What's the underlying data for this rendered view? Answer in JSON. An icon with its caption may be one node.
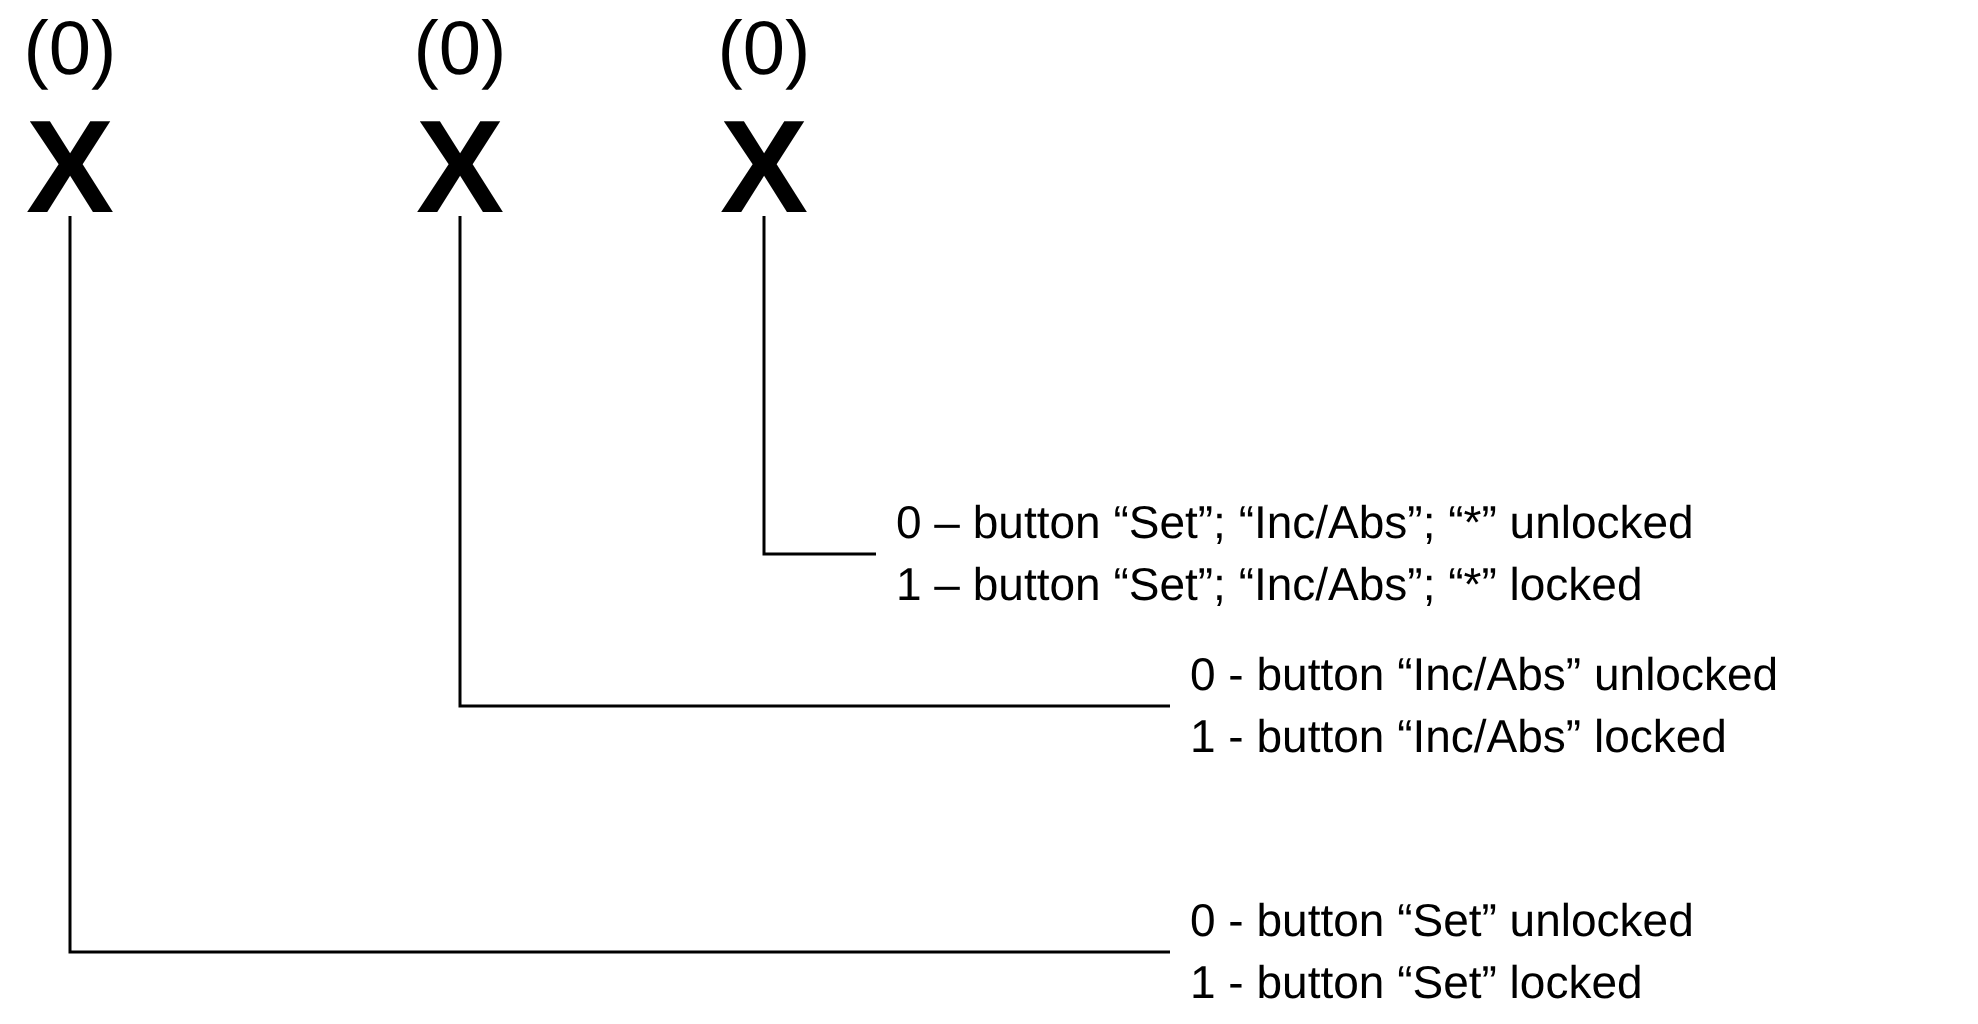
{
  "diagram": {
    "nodes": [
      {
        "text": [
          "X"
        ],
        "beside": [
          "(0)"
        ]
      },
      {
        "text": [
          "X"
        ],
        "beside": [
          "(0)"
        ]
      },
      {
        "text": [
          "X"
        ],
        "beside": [
          "(0)"
        ]
      },
      {
        "text": [
          "0 – button “Set”; “Inc/Abs”; “*” unlocked",
          "1 – button “Set”; “Inc/Abs”; “*” locked"
        ]
      },
      {
        "text": [
          "0 - button “Inc/Abs” unlocked",
          "1 - button “Inc/Abs” locked"
        ]
      },
      {
        "text": [
          "0 - button “Set” unlocked",
          "1 - button “Set” locked"
        ]
      }
    ],
    "edges": [
      {
        "from": 0,
        "to": 5,
        "arrow": "none"
      },
      {
        "from": 1,
        "to": 4,
        "arrow": "none"
      },
      {
        "from": 2,
        "to": 3,
        "arrow": "none"
      }
    ]
  }
}
